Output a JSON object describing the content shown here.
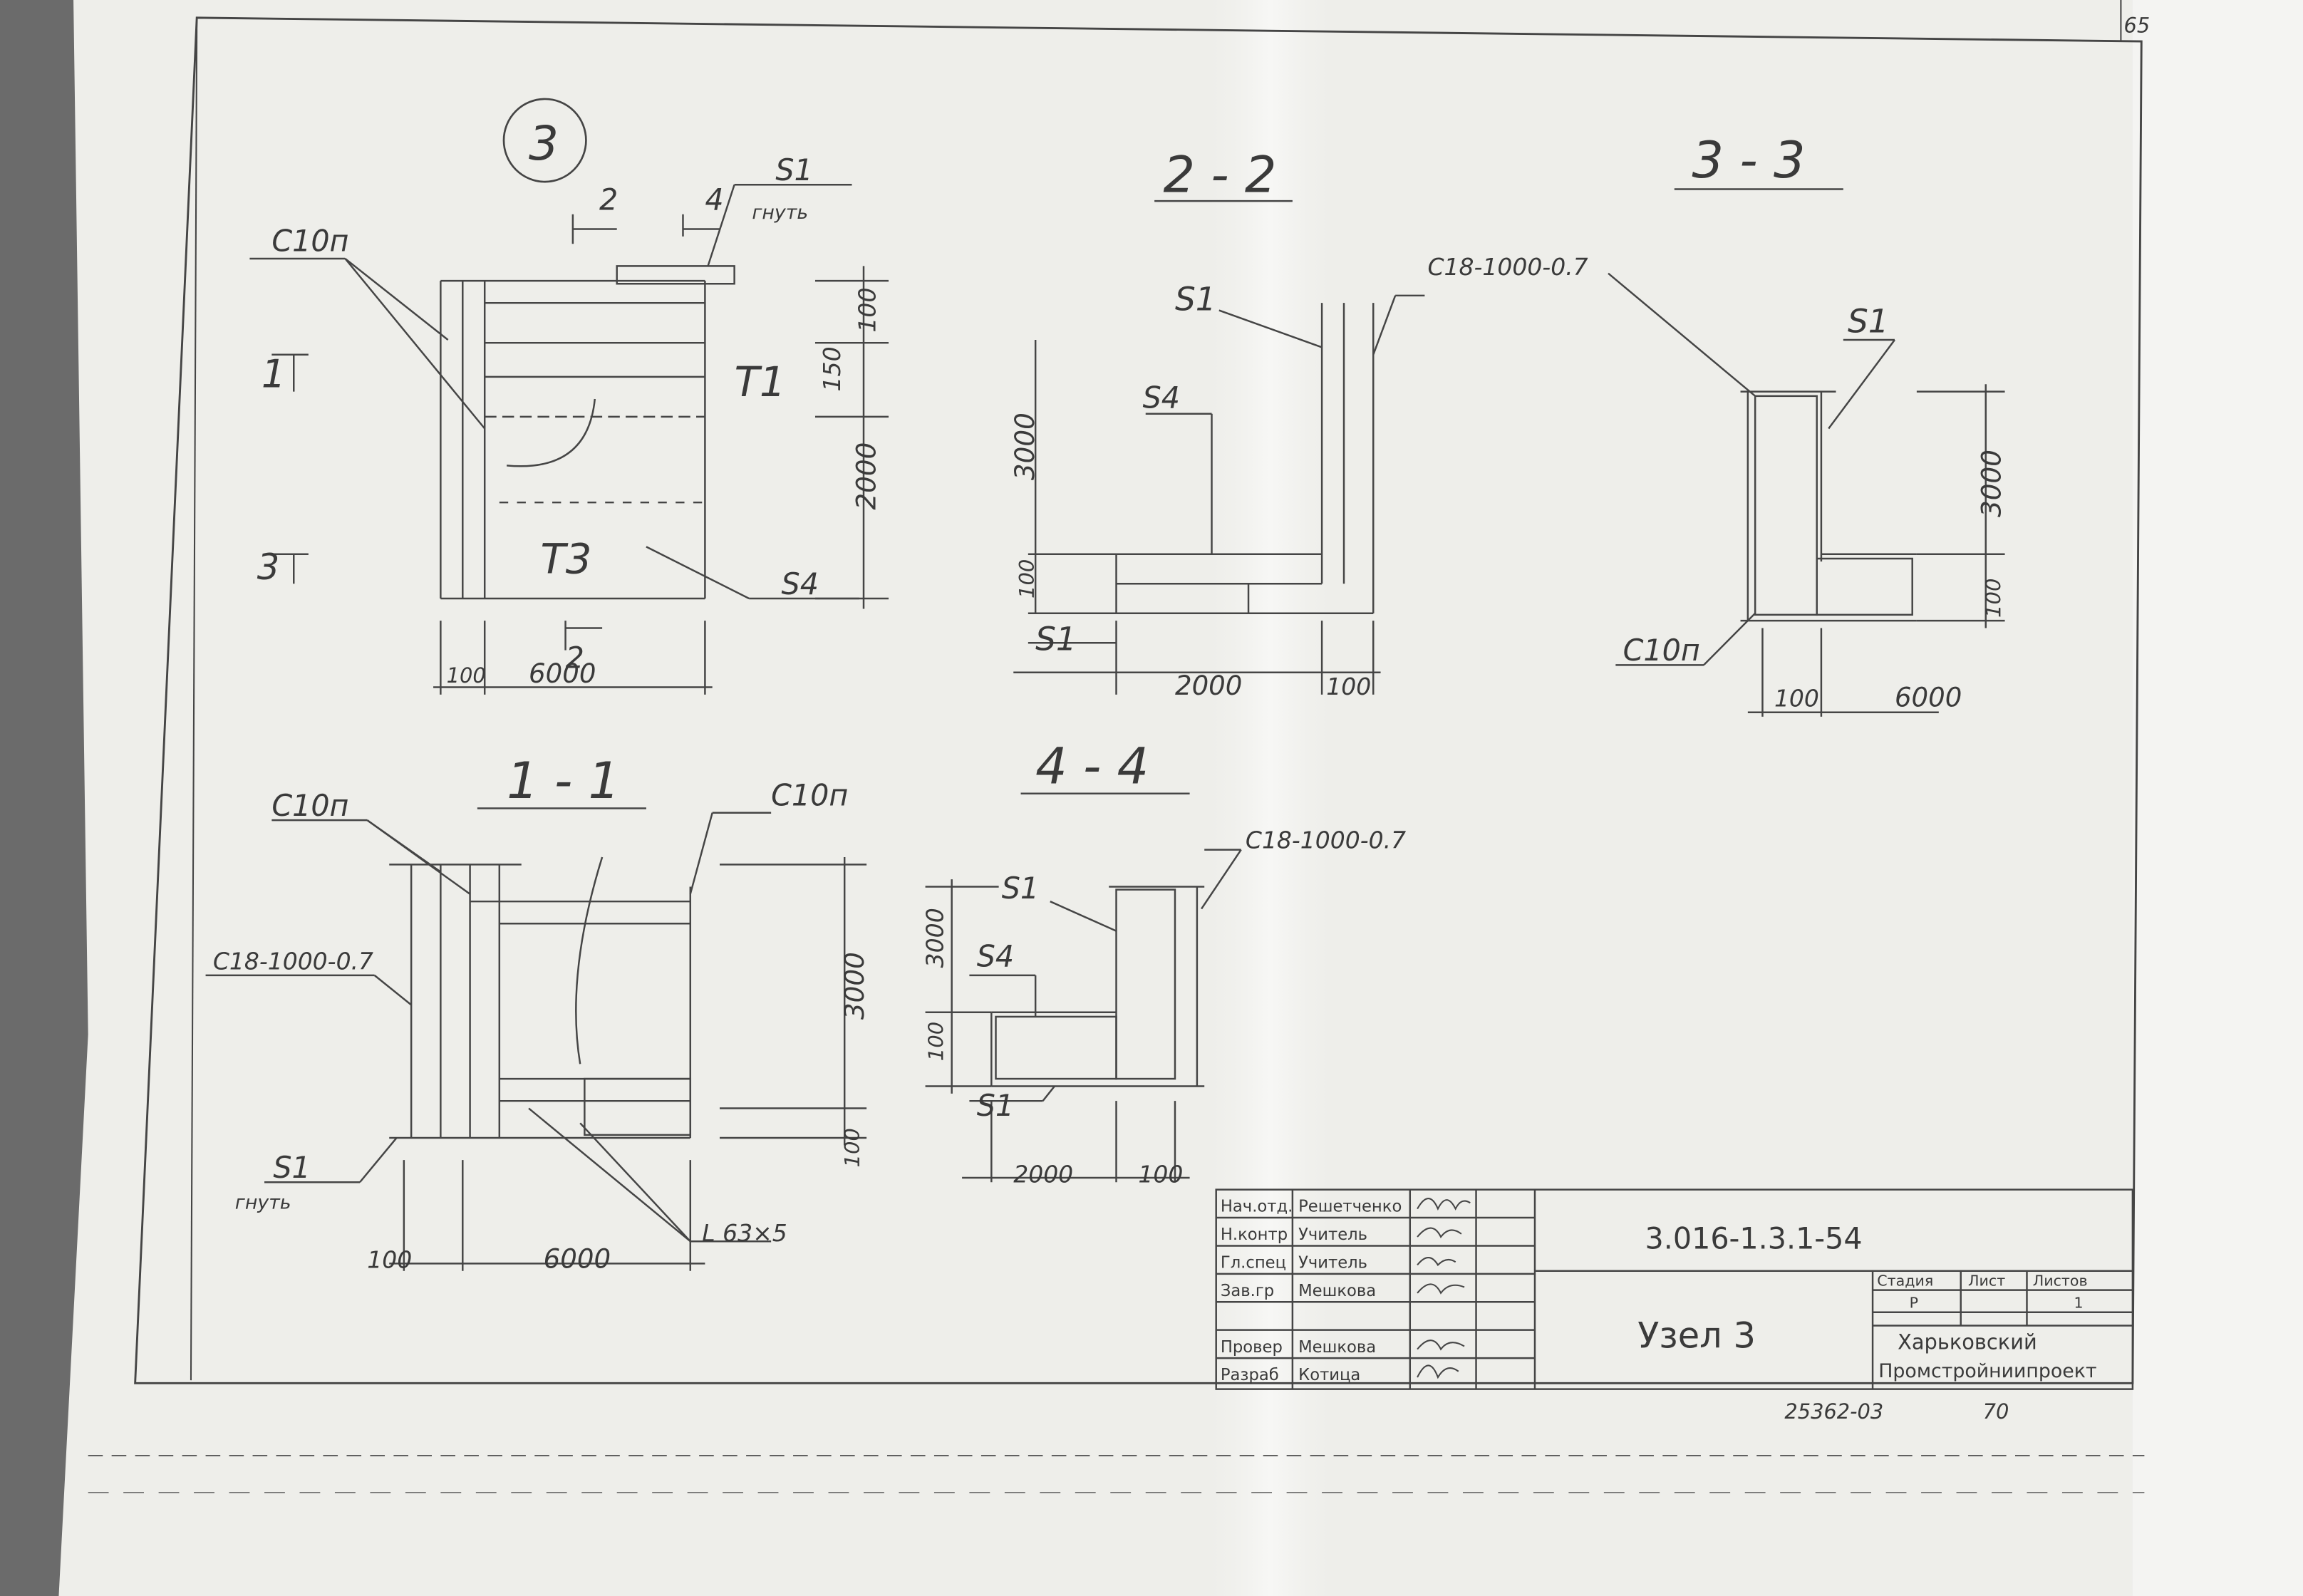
{
  "page_number": "65",
  "node": {
    "number": "3",
    "marks": [
      "2",
      "4",
      "2"
    ],
    "subtitle": "гнуть"
  },
  "views": [
    {
      "id": "node",
      "labels": [
        "C10п",
        "S1",
        "гнуть",
        "1",
        "3",
        "T1",
        "T3",
        "S4",
        "150",
        "2000",
        "100",
        "6000",
        "100"
      ]
    },
    {
      "id": "2-2",
      "title": "2 - 2",
      "labels": [
        "S1",
        "C18-1000-0.7",
        "S4",
        "3000",
        "100",
        "S1",
        "2000",
        "100"
      ]
    },
    {
      "id": "3-3",
      "title": "3 - 3",
      "labels": [
        "S1",
        "3000",
        "100",
        "C10п",
        "100",
        "6000"
      ]
    },
    {
      "id": "1-1",
      "title": "1 - 1",
      "labels": [
        "C10п",
        "C10п",
        "C18-1000-0.7",
        "3000",
        "100",
        "S1",
        "гнуть",
        "100",
        "6000",
        "L 63×5"
      ]
    },
    {
      "id": "4-4",
      "title": "4 - 4",
      "labels": [
        "C18-1000-0.7",
        "S1",
        "S4",
        "3000",
        "100",
        "S1",
        "2000",
        "100"
      ]
    }
  ],
  "title_block": {
    "roles": [
      "Нач.отд.",
      "Н.контр",
      "Гл.спец",
      "Зав.гр",
      "",
      "Провер",
      "Разраб"
    ],
    "names": [
      "Решетченко",
      "Учитель",
      "Учитель",
      "Мешкова",
      "",
      "Мешкова",
      "Котица"
    ],
    "drawing_code": "3.016-1.3.1-54",
    "drawing_title": "Узел 3",
    "stage_headers": [
      "Стадия",
      "Лист",
      "Листов"
    ],
    "stage_values": [
      "Р",
      "",
      "1"
    ],
    "organization_line1": "Харьковский",
    "organization_line2": "Промстройниипроект",
    "copy_number": "25362-03",
    "copy_suffix": "70"
  },
  "colors": {
    "paper": "#eeeeea",
    "ink": "#454545",
    "background": "#6b6b6b"
  }
}
